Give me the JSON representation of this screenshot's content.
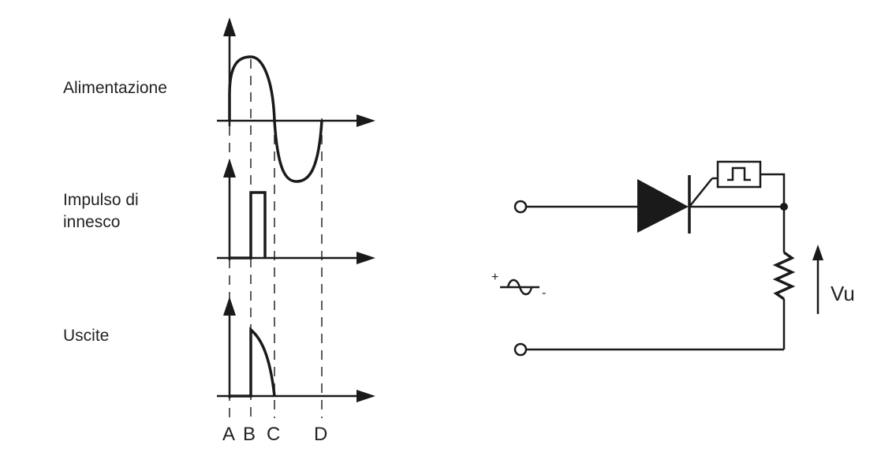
{
  "waveform": {
    "labels": {
      "supply": "Alimentazione",
      "trigger_line1": "Impulso di",
      "trigger_line2": "innesco",
      "output": "Uscite"
    },
    "time_markers": [
      "A",
      "B",
      "C",
      "D"
    ]
  },
  "circuit": {
    "output_voltage_label": "Vu",
    "ac_plus_sign": "+",
    "ac_minus_sign": "-",
    "components": [
      "terminal-top",
      "terminal-bottom",
      "scr",
      "pulse-generator",
      "load-resistor"
    ]
  },
  "icons": {
    "ac-source": "ac-source-icon",
    "pulse": "pulse-icon",
    "resistor": "resistor-icon",
    "thyristor": "scr-icon"
  },
  "colors": {
    "ink": "#1a1a1a",
    "background": "#ffffff"
  }
}
